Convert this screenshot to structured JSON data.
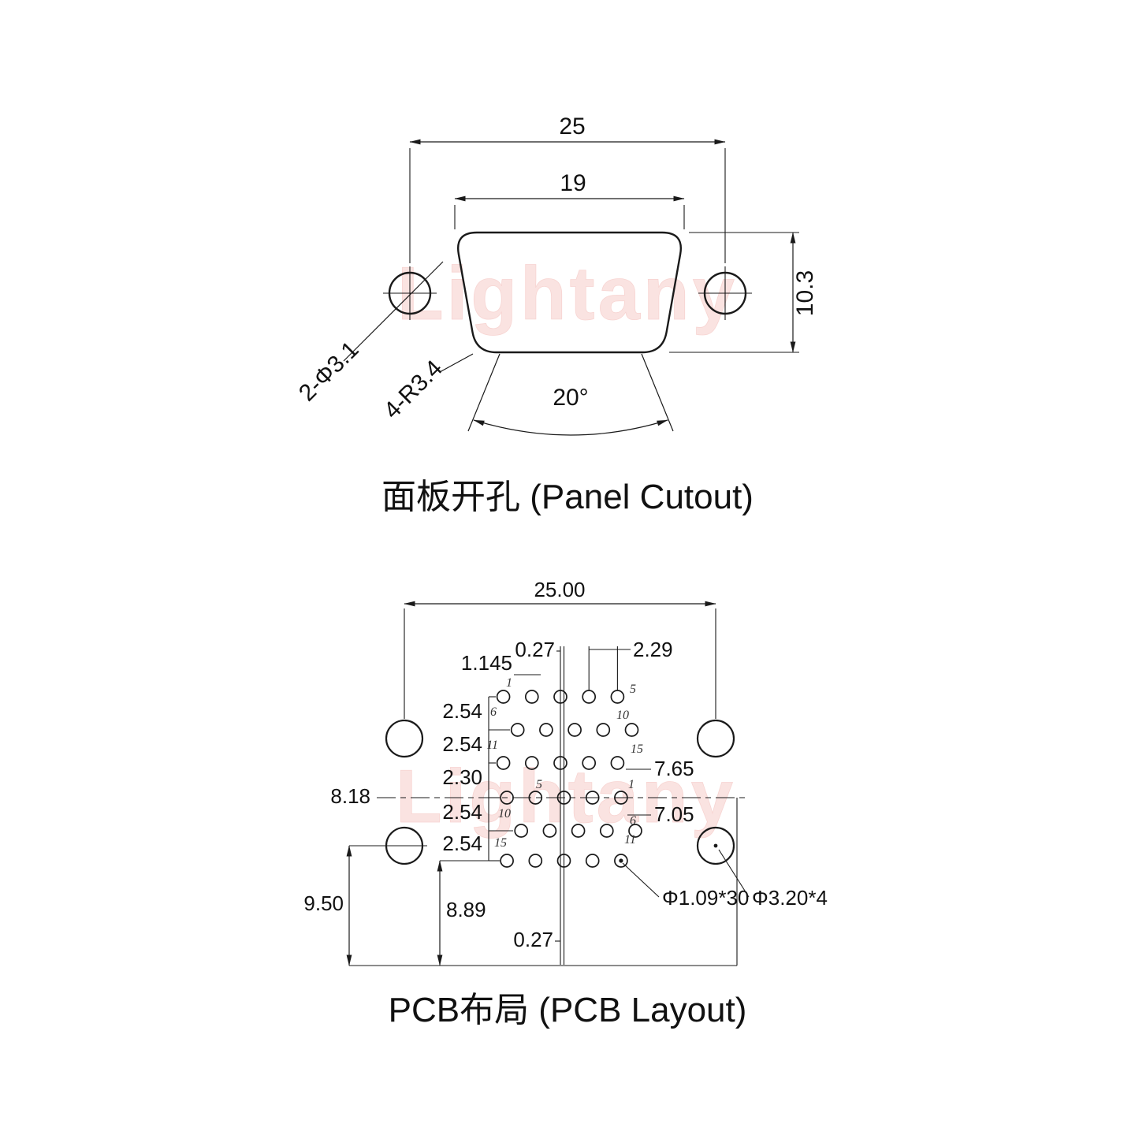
{
  "watermark": {
    "text": "Lightany"
  },
  "panel": {
    "title": "面板开孔 (Panel Cutout)",
    "dim_width_outer": "25",
    "dim_width_inner": "19",
    "dim_height": "10.3",
    "dim_angle": "20°",
    "label_holes": "2-Φ3.1",
    "label_corner_radius": "4-R3.4"
  },
  "pcb": {
    "title": "PCB布局 (PCB Layout)",
    "dim_overall_width": "25.00",
    "dim_col_offset_top": "0.27",
    "dim_col_offset_bottom": "0.27",
    "dim_pin_pitch": "2.29",
    "dim_row_offset": "1.145",
    "dim_row_gap_1": "2.54",
    "dim_row_gap_2": "2.54",
    "dim_row_gap_3": "2.30",
    "dim_row_gap_4": "2.54",
    "dim_row_gap_5": "2.54",
    "dim_centerline_left": "8.18",
    "dim_mount_to_edge": "9.50",
    "dim_row_to_edge": "8.89",
    "dim_right_upper": "7.65",
    "dim_right_lower": "7.05",
    "label_pin_hole": "Φ1.09*30",
    "label_mount_hole": "Φ3.20*4",
    "pins_upper": {
      "first": "1",
      "fifth": "5",
      "sixth": "6",
      "tenth": "10",
      "eleventh": "11",
      "fifteenth": "15"
    },
    "pins_lower": {
      "first": "1",
      "fifth": "5",
      "sixth": "6",
      "tenth": "10",
      "eleventh": "11",
      "fifteenth": "15"
    }
  }
}
